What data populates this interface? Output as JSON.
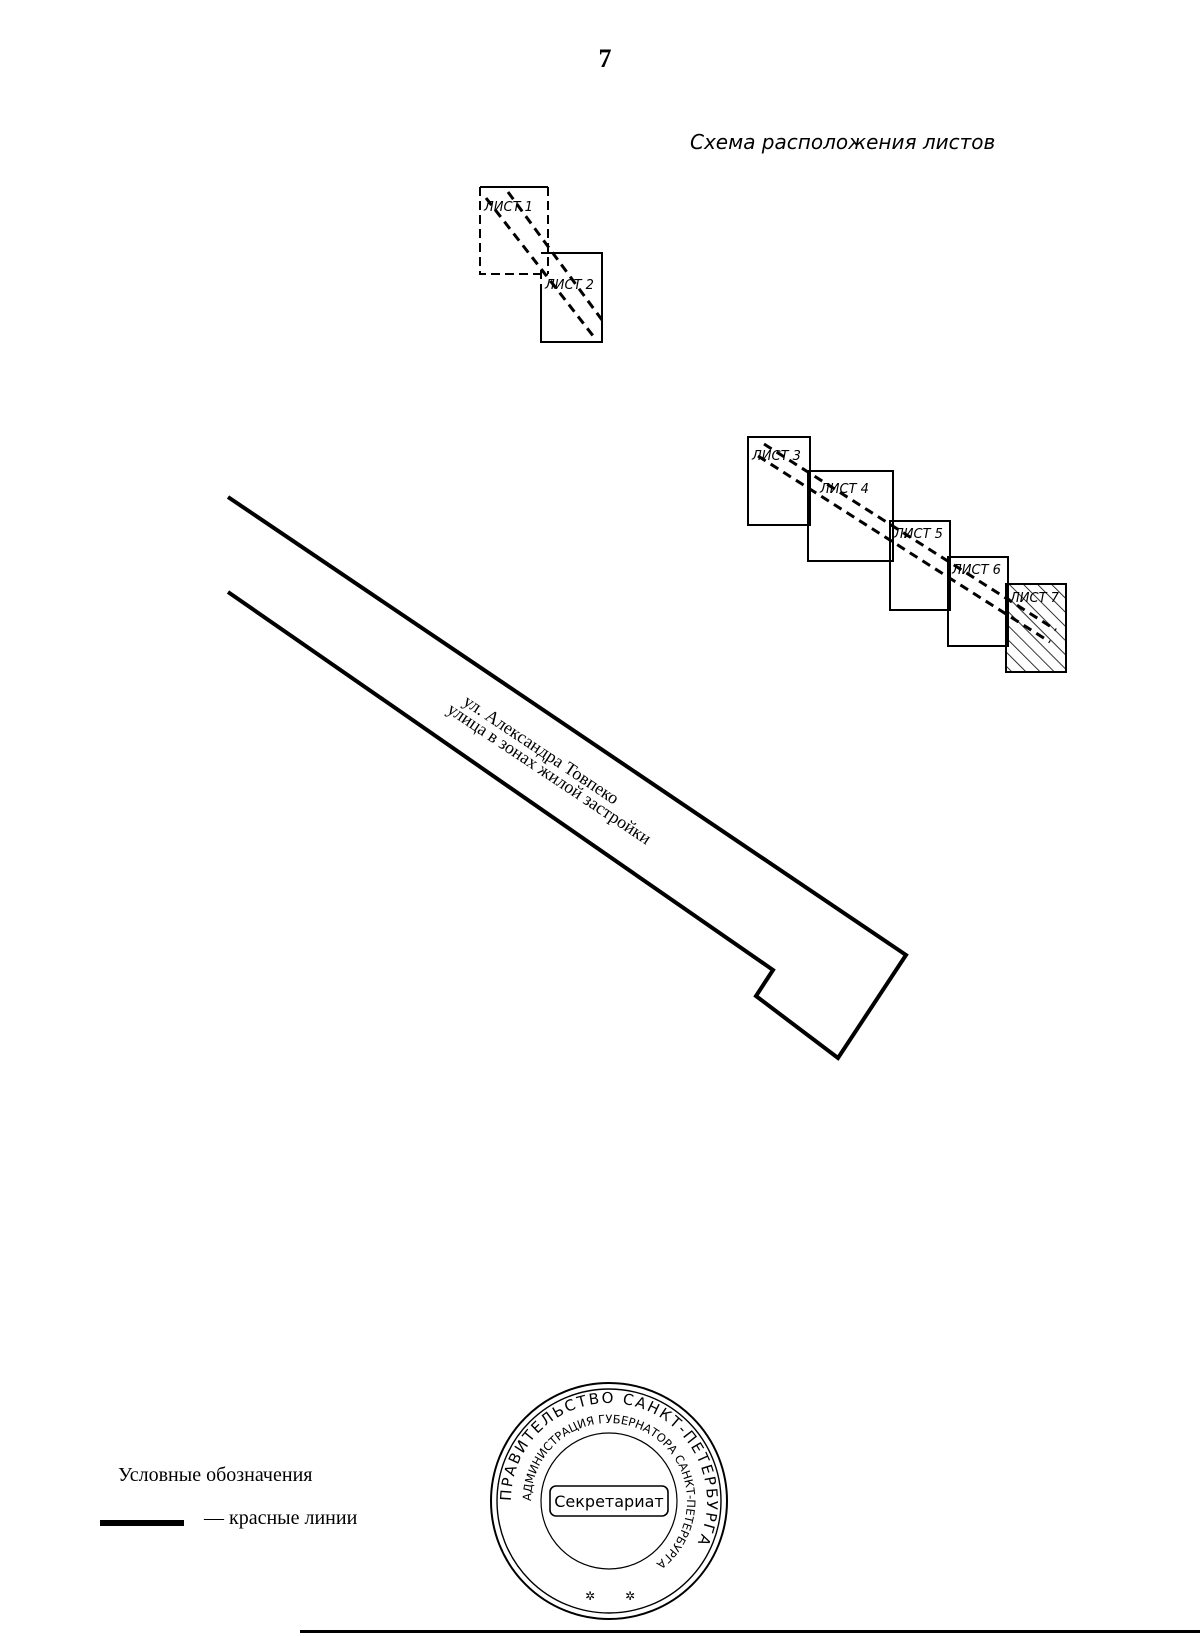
{
  "page": {
    "number": "7"
  },
  "scheme": {
    "title": "Схема расположения листов"
  },
  "sheets": [
    {
      "id": "sheet-1",
      "label": "ЛИСТ 1"
    },
    {
      "id": "sheet-2",
      "label": "ЛИСТ 2"
    },
    {
      "id": "sheet-3",
      "label": "ЛИСТ 3"
    },
    {
      "id": "sheet-4",
      "label": "ЛИСТ 4"
    },
    {
      "id": "sheet-5",
      "label": "ЛИСТ 5"
    },
    {
      "id": "sheet-6",
      "label": "ЛИСТ 6"
    },
    {
      "id": "sheet-7",
      "label": "ЛИСТ 7",
      "highlighted": true
    }
  ],
  "street": {
    "name": "ул. Александра Товпеко",
    "type": "улица в зонах жилой застройки"
  },
  "legend": {
    "title": "Условные обозначения",
    "items": [
      {
        "label": "— красные линии",
        "color": "#000000"
      }
    ]
  },
  "stamp": {
    "outer_text": "ПРАВИТЕЛЬСТВО САНКТ-ПЕТЕРБУРГА",
    "inner_text": "АДМИНИСТРАЦИЯ ГУБЕРНАТОРА САНКТ-ПЕТЕРБУРГА",
    "center_text": "Секретариат"
  }
}
